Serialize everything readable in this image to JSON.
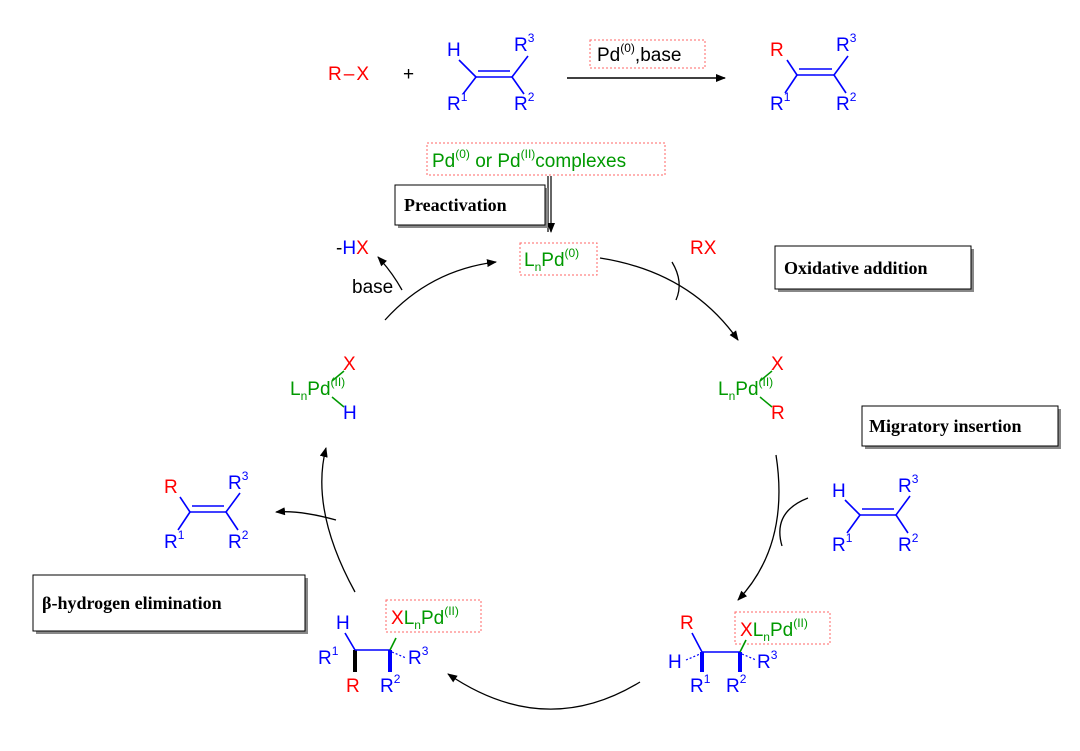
{
  "colors": {
    "red": "#ff0000",
    "blue": "#0000ff",
    "green": "#009900",
    "box_border": "#ff6666"
  },
  "reaction": {
    "rx": "R",
    "dash": "–",
    "x": "X",
    "plus": "+",
    "H": "H",
    "R": "R",
    "r1": "R",
    "r1_sup": "1",
    "r2": "R",
    "r2_sup": "2",
    "r3": "R",
    "r3_sup": "3",
    "catalyst_pd": "Pd",
    "catalyst_sup": "(0)",
    "catalyst_rest": ",base"
  },
  "precatalyst": {
    "pd0": "Pd",
    "sup0": "(0)",
    "or": " or Pd",
    "sup2": "(II)",
    "rest": "complexes"
  },
  "steps": {
    "preactivation": "Preactivation",
    "oxidative_addition": "Oxidative addition",
    "migratory_insertion": "Migratory insertion",
    "beta_elimination": "β-hydrogen elimination"
  },
  "species": {
    "L": "L",
    "n": "n",
    "Pd": "Pd",
    "ox0": "(0)",
    "ox2": "(II)",
    "X": "X",
    "H": "H",
    "R": "R",
    "RX": "RX",
    "minus": "-",
    "HX_H": "H",
    "HX_X": "X",
    "base": "base"
  }
}
